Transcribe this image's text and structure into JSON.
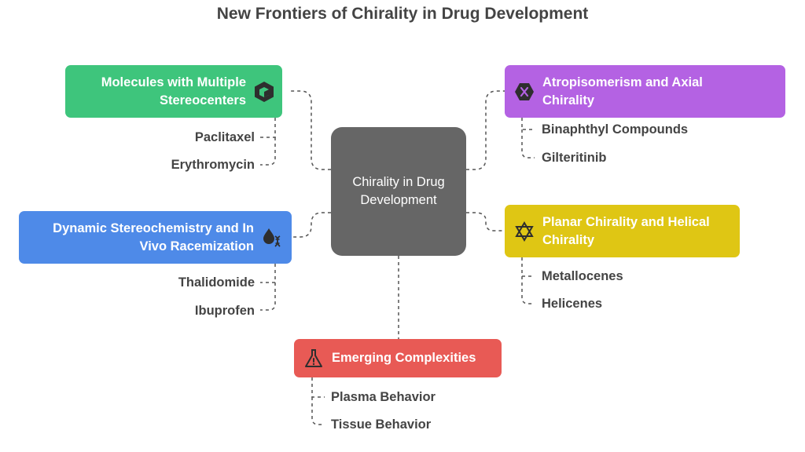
{
  "title": "New Frontiers of Chirality in Drug Development",
  "center": {
    "label": "Chirality in Drug Development"
  },
  "branches": [
    {
      "label": "Molecules with Multiple Stereocenters",
      "color": "#3ec57c",
      "icon": "hexagon-cube-icon",
      "items": [
        "Paclitaxel",
        "Erythromycin"
      ]
    },
    {
      "label": "Atropisomerism and Axial Chirality",
      "color": "#b462e3",
      "icon": "x-hexagon-icon",
      "items": [
        "Binaphthyl Compounds",
        "Gilteritinib"
      ]
    },
    {
      "label": "Dynamic Stereochemistry and In Vivo Racemization",
      "color": "#4e8ae8",
      "icon": "drop-dna-icon",
      "items": [
        "Thalidomide",
        "Ibuprofen"
      ]
    },
    {
      "label": "Planar Chirality and Helical Chirality",
      "color": "#dfc614",
      "icon": "star-of-david-icon",
      "items": [
        "Metallocenes",
        "Helicenes"
      ]
    },
    {
      "label": "Emerging Complexities",
      "color": "#e85a55",
      "icon": "flask-warning-icon",
      "items": [
        "Plasma Behavior",
        "Tissue Behavior"
      ]
    }
  ]
}
